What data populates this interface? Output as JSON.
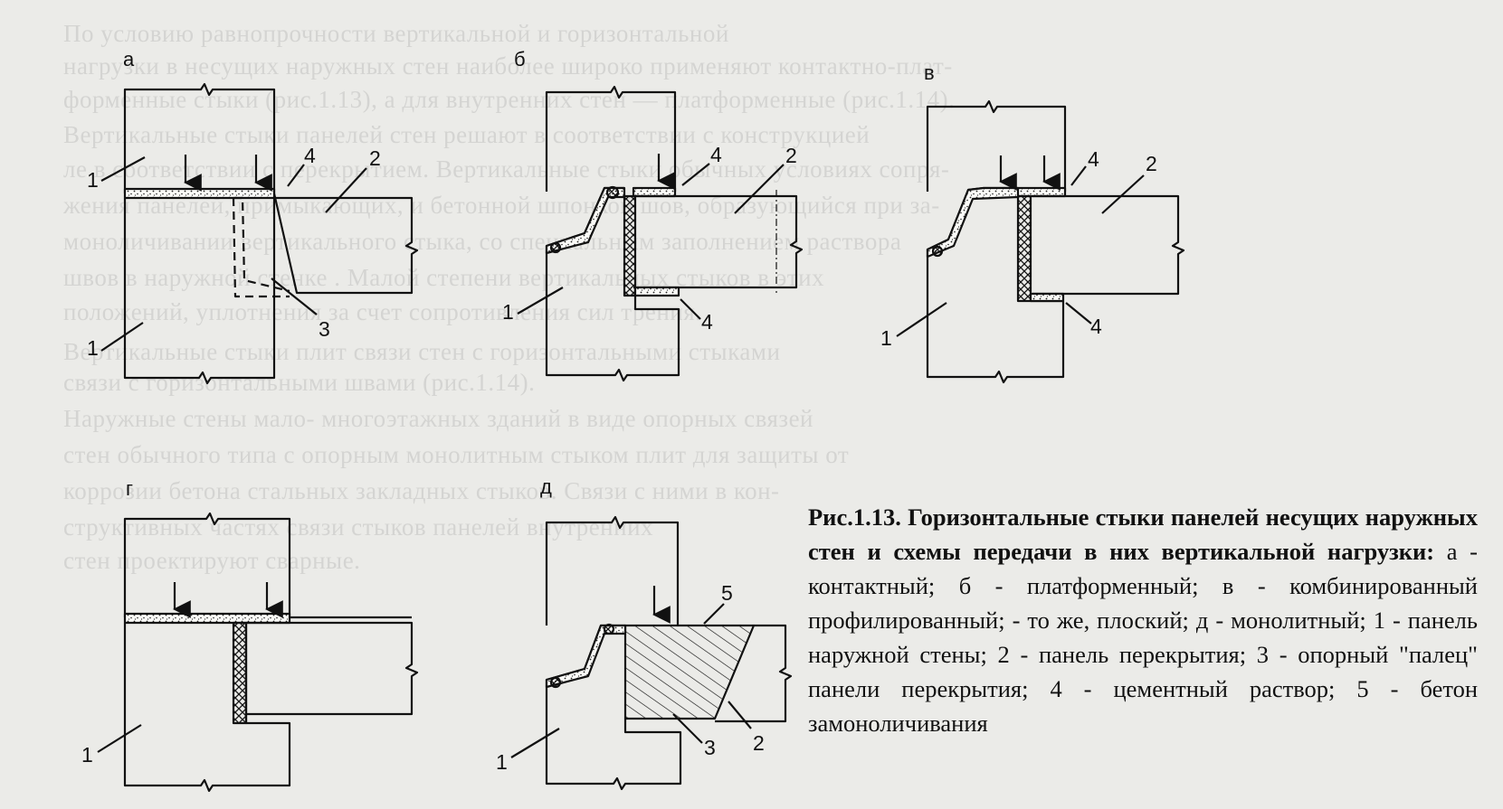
{
  "background_text": [
    "По условию равнопрочности вертикальной и горизонтальной",
    "нагрузки в несущих наружных стен наиболее широко применяют контактно-плат-",
    "форменные стыки (рис.1.13), а для внутренних стен — платформенные (рис.1.14).",
    "Вертикальные стыки панелей стен решают в соответствии с конструкцией",
    "ле в соответствии с перекрытием. Вертикальные стыки обычных условиях сопря-",
    "жения панелей, примыкающих, и бетонной шпонкой шов, образующийся при за-",
    "моноличивании вертикального стыка, со специальным заполнением раствора",
    "швов в наружной стенке . Малой степени вертикальных стыков в этих",
    "положений, уплотнения за счет сопротивления сил трения.",
    "Вертикальные стыки плит связи стен с горизонтальными стыками",
    "связи с горизонтальными швами (рис.1.14).",
    "Наружные стены мало- многоэтажных зданий в виде опорных связей",
    "стен обычного типа с опорным монолитным стыком плит для защиты от",
    "коррозии бетона стальных закладных стыков. Связи с ними в кон-",
    "структивных частях связи стыков панелей внутренних",
    "стен проектируют сварные."
  ],
  "figures": [
    {
      "letter": "а",
      "labels": {
        "wall_upper": "1",
        "slab": "2",
        "finger": "3",
        "mortar": "4",
        "wall_lower": "1"
      }
    },
    {
      "letter": "б",
      "labels": {
        "slab": "2",
        "mortar_top": "4",
        "wall": "1",
        "mortar_bottom": "4"
      }
    },
    {
      "letter": "в",
      "labels": {
        "mortar": "4",
        "slab": "2",
        "wall": "1",
        "mortar_bottom": "4"
      }
    },
    {
      "letter": "г",
      "labels": {
        "wall": "1"
      }
    },
    {
      "letter": "д",
      "labels": {
        "concrete": "5",
        "wall": "1",
        "finger": "3",
        "slab": "2"
      }
    }
  ],
  "caption": {
    "title": "Рис.1.13. Горизонтальные стыки панелей несущих наружных стен и схемы передачи в них вертикальной нагрузки:",
    "body": "а - контактный; б - платформенный; в - комбинированный профилированный; - то же, плоский; д - монолитный; 1 - панель наружной стены; 2 - панель перекрытия; 3 - опорный \"палец\" панели перекрытия; 4 - цементный раствор; 5 - бетон замоноличивания"
  },
  "colors": {
    "paper": "#ebebe8",
    "ink": "#111111",
    "ghost_text": "#3c3c3c"
  }
}
